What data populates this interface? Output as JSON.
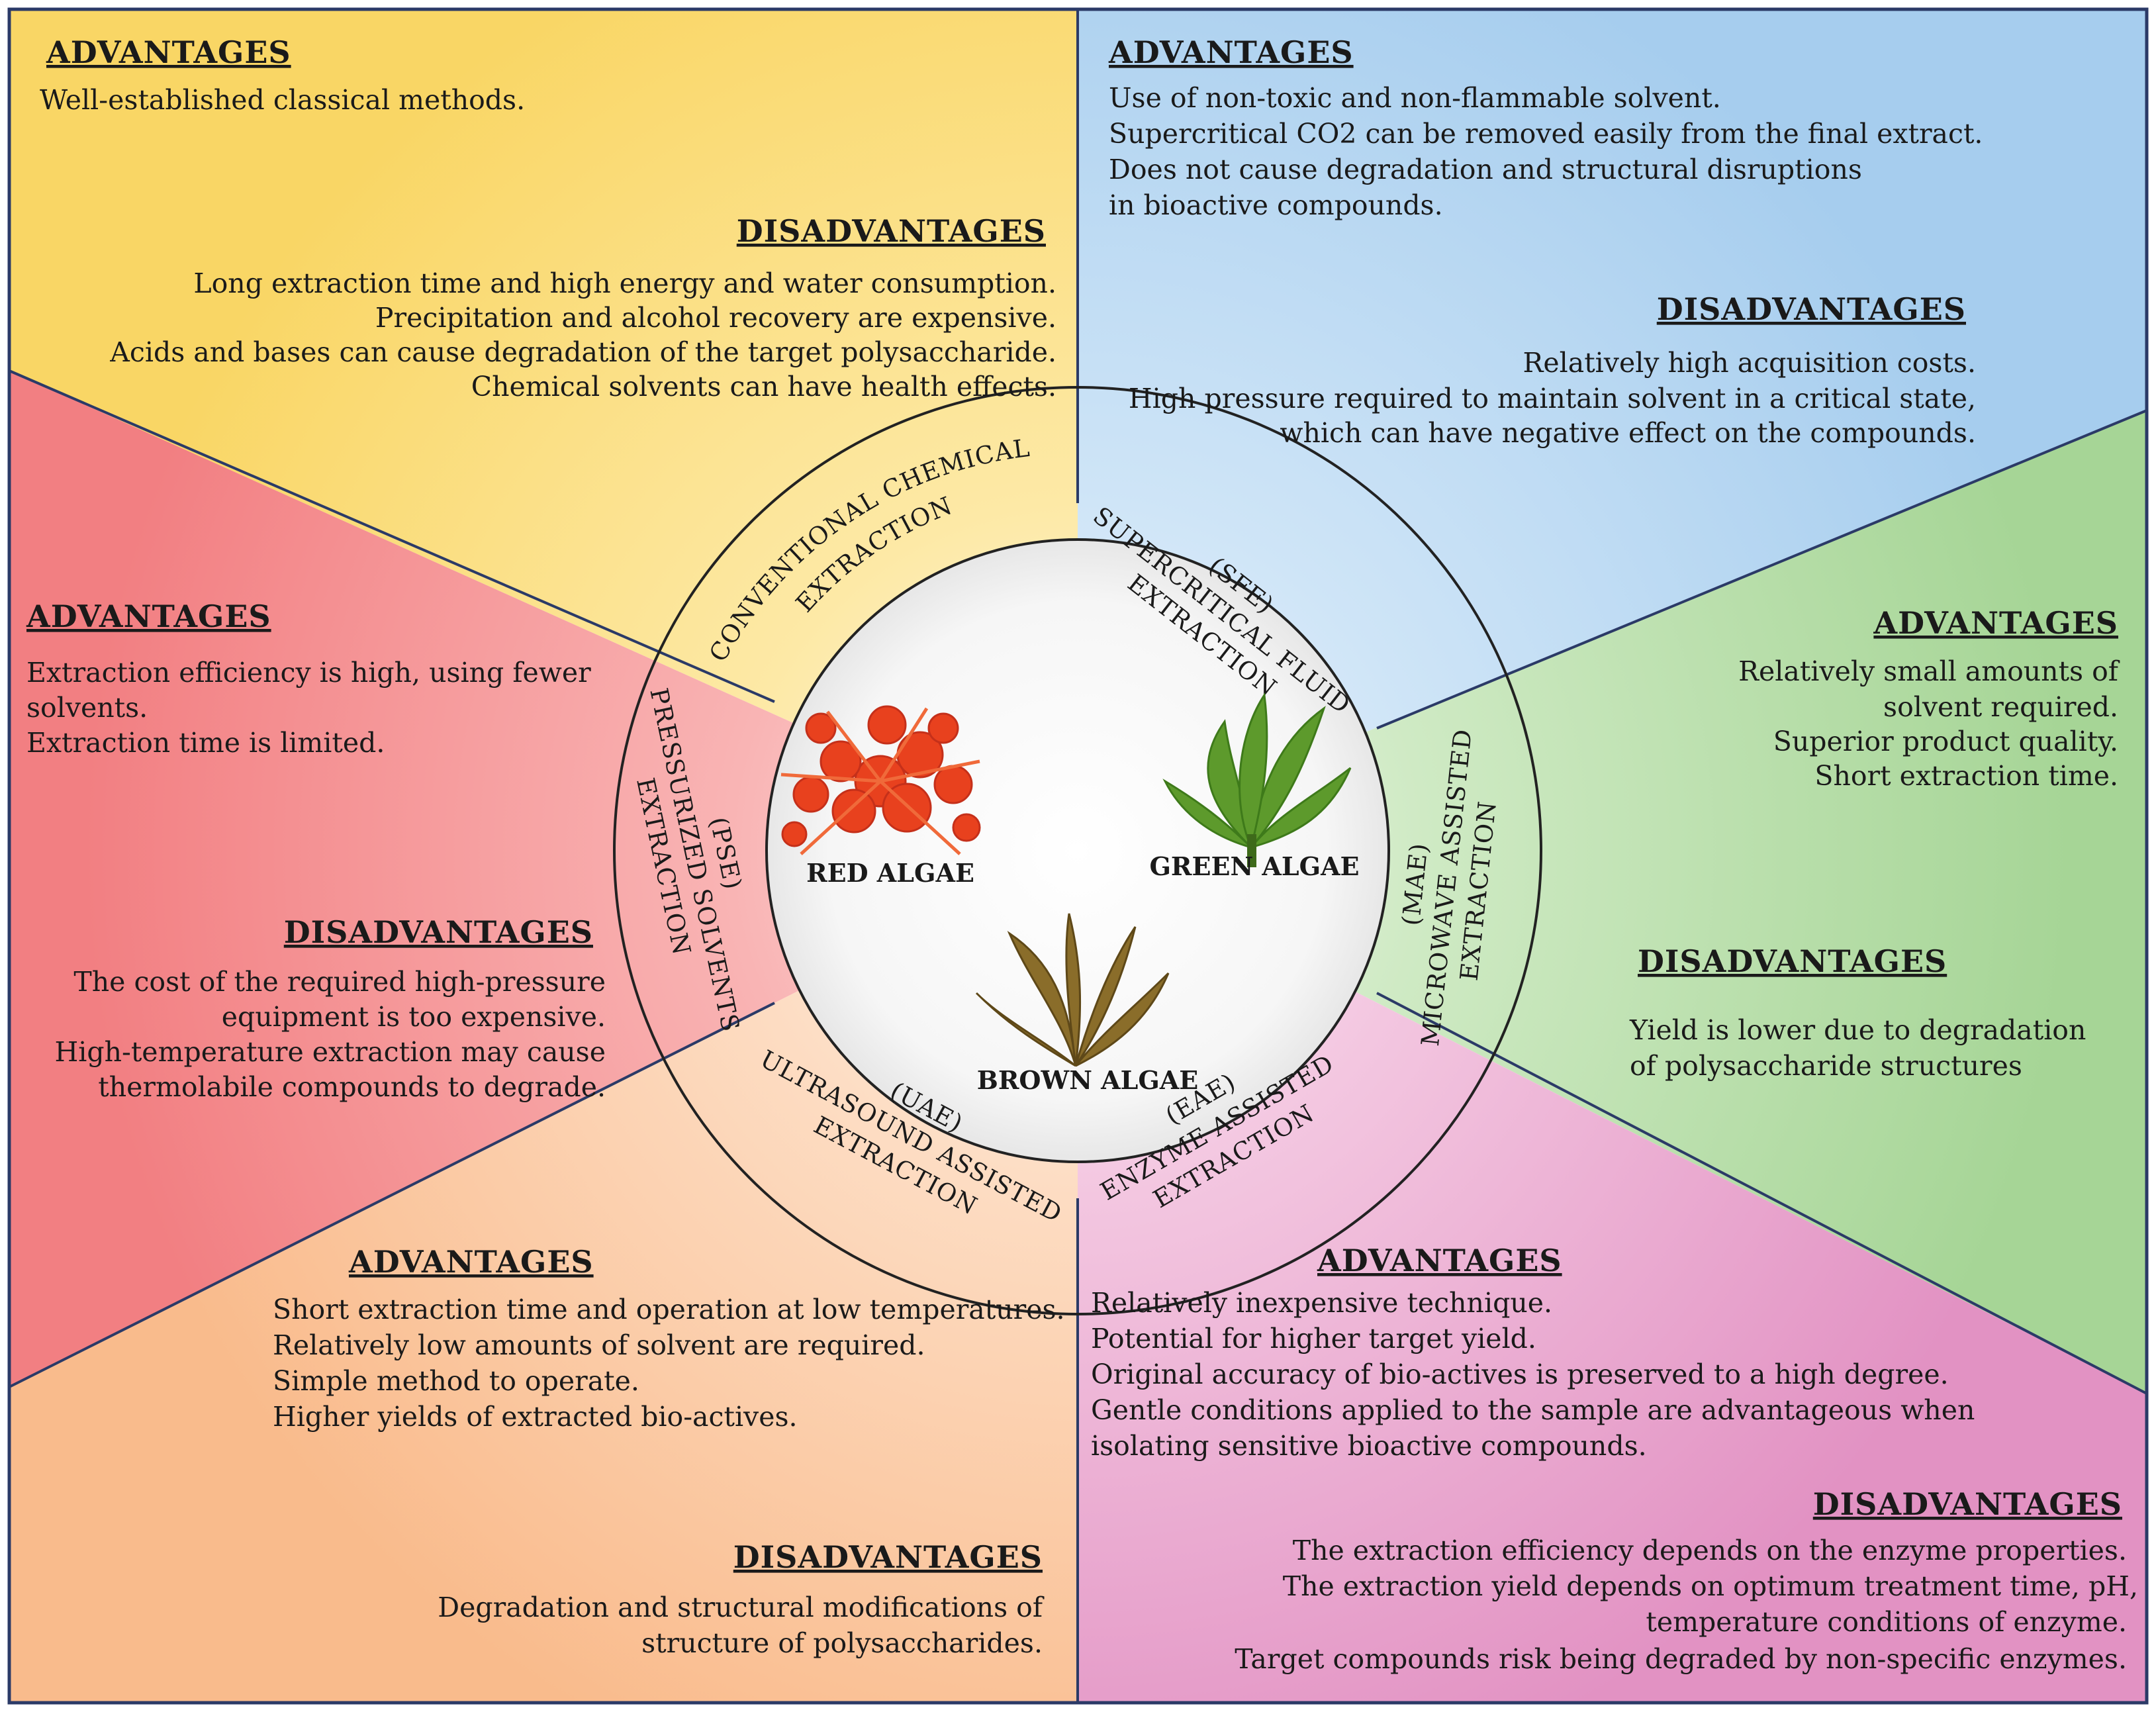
{
  "center_labels": {
    "red": "RED ALGAE",
    "green": "GREEN ALGAE",
    "brown": "BROWN ALGAE"
  },
  "sectors": [
    {
      "key": "chem",
      "color": "#f9d665",
      "method_lines": [
        "CONVENTIONAL CHEMICAL",
        "EXTRACTION"
      ],
      "advantages_heading": "ADVANTAGES",
      "advantages": [
        "Well-established classical methods."
      ],
      "disadvantages_heading": "DISADVANTAGES",
      "disadvantages": [
        "Long extraction time and high energy and water consumption.",
        "Precipitation and alcohol recovery are expensive.",
        "Acids and bases can cause degradation of the target polysaccharide.",
        "Chemical solvents can have health effects."
      ]
    },
    {
      "key": "sfe",
      "color": "#a9cfee",
      "method_lines": [
        "(SFE)",
        "SUPERCRITICAL FLUID",
        "EXTRACTION"
      ],
      "advantages_heading": "ADVANTAGES",
      "advantages": [
        "Use of non-toxic and non-flammable solvent.",
        "Supercritical CO2 can be removed easily from the final extract.",
        "Does not cause degradation and structural disruptions",
        "in bioactive compounds."
      ],
      "disadvantages_heading": "DISADVANTAGES",
      "disadvantages": [
        "Relatively high acquisition costs.",
        "High pressure required to maintain solvent in a critical state,",
        "which can have negative effect on the compounds."
      ]
    },
    {
      "key": "mae",
      "color": "#a9d69a",
      "method_lines": [
        "(MAE)",
        "MICROWAVE ASSISTED",
        "EXTRACTION"
      ],
      "advantages_heading": "ADVANTAGES",
      "advantages": [
        "Relatively small amounts of",
        "solvent required.",
        "Superior product quality.",
        "Short extraction time."
      ],
      "disadvantages_heading": "DISADVANTAGES",
      "disadvantages": [
        "Yield is lower due to degradation",
        "of polysaccharide structures"
      ]
    },
    {
      "key": "eae",
      "color": "#e79fcb",
      "method_lines": [
        "(EAE)",
        "ENZYME ASSISTED",
        "EXTRACTION"
      ],
      "advantages_heading": "ADVANTAGES",
      "advantages": [
        "Relatively inexpensive technique.",
        "Potential for higher target yield.",
        "Original accuracy of bio-actives is preserved to a high degree.",
        "Gentle conditions applied to the sample are advantageous when",
        "isolating sensitive bioactive compounds."
      ],
      "disadvantages_heading": "DISADVANTAGES",
      "disadvantages": [
        "The extraction efficiency depends on the enzyme properties.",
        "The extraction yield depends on optimum treatment time, pH,",
        "temperature conditions of enzyme.",
        "Target compounds risk being degraded by non-specific enzymes."
      ]
    },
    {
      "key": "uae",
      "color": "#fbc49b",
      "method_lines": [
        "(UAE)",
        "ULTRASOUND ASSISTED",
        "EXTRACTION"
      ],
      "advantages_heading": "ADVANTAGES",
      "advantages": [
        "Short extraction time and operation at low temperatures.",
        "Relatively low amounts of solvent are required.",
        "Simple method to operate.",
        "Higher yields of extracted bio-actives."
      ],
      "disadvantages_heading": "DISADVANTAGES",
      "disadvantages": [
        "Degradation and structural modifications of",
        "structure of polysaccharides."
      ]
    },
    {
      "key": "pse",
      "color": "#f58a8c",
      "method_lines": [
        "(PSE)",
        "PRESSURIZED SOLVENTS",
        "EXTRACTION"
      ],
      "advantages_heading": "ADVANTAGES",
      "advantages": [
        "Extraction efficiency is high, using fewer",
        "solvents.",
        "Extraction time is limited."
      ],
      "disadvantages_heading": "DISADVANTAGES",
      "disadvantages": [
        "The cost of the required high-pressure",
        "equipment is too expensive.",
        "High-temperature extraction may cause",
        "thermolabile compounds to degrade."
      ]
    }
  ]
}
